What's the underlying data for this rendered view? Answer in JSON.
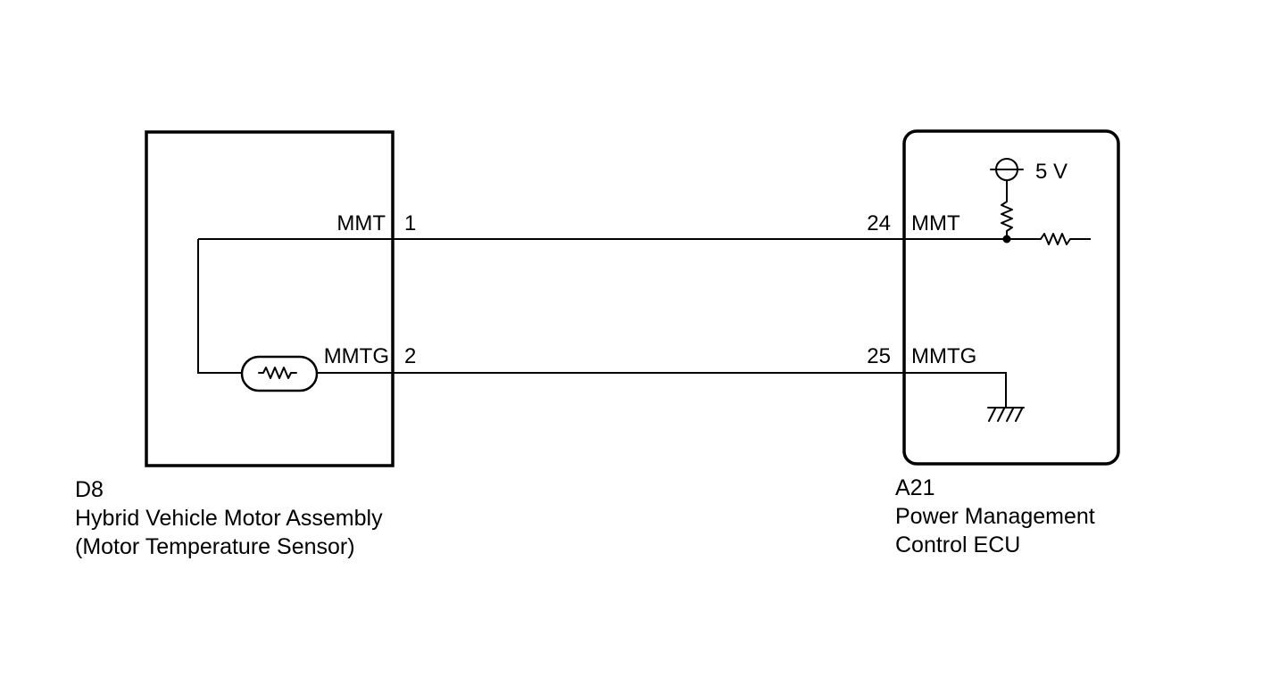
{
  "left_component": {
    "code": "D8",
    "name": "Hybrid Vehicle Motor Assembly",
    "subname": "(Motor Temperature Sensor)",
    "pins": [
      {
        "signal": "MMT",
        "number": "1"
      },
      {
        "signal": "MMTG",
        "number": "2"
      }
    ]
  },
  "right_component": {
    "code": "A21",
    "name_line1": "Power Management",
    "name_line2": "Control ECU",
    "supply_label": "5 V",
    "pins": [
      {
        "signal": "MMT",
        "number": "24"
      },
      {
        "signal": "MMTG",
        "number": "25"
      }
    ]
  },
  "icons": {
    "sensor": "thermistor-icon",
    "ecu_input": "resistor-icon",
    "pullup": "resistor-icon",
    "supply": "voltage-source-icon",
    "ground": "chassis-ground-icon"
  },
  "colors": {
    "line": "#000000",
    "background": "#ffffff"
  }
}
